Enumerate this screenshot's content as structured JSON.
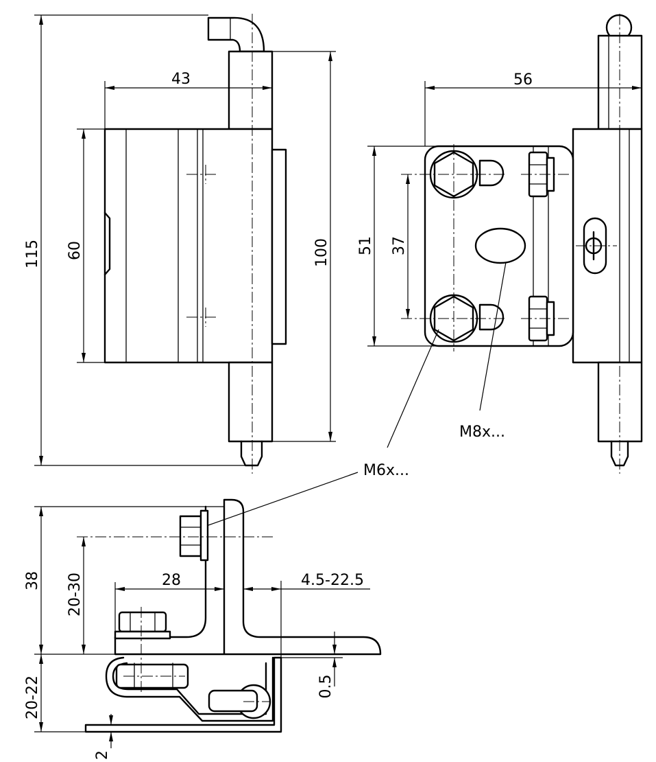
{
  "dimensions": {
    "total_height": "115",
    "body_height": "60",
    "pin_height": "100",
    "body_width": "43",
    "plate_width": "56",
    "plate_height": "51",
    "hole_spacing": "37",
    "side_height": "38",
    "side_adjust": "20-30",
    "side_depth": "28",
    "side_range": "4.5-22.5",
    "lower_range": "20-22",
    "gap": "0.5",
    "sheet": "2"
  },
  "callouts": {
    "screw_m6": "M6x...",
    "screw_m8": "M8x..."
  }
}
